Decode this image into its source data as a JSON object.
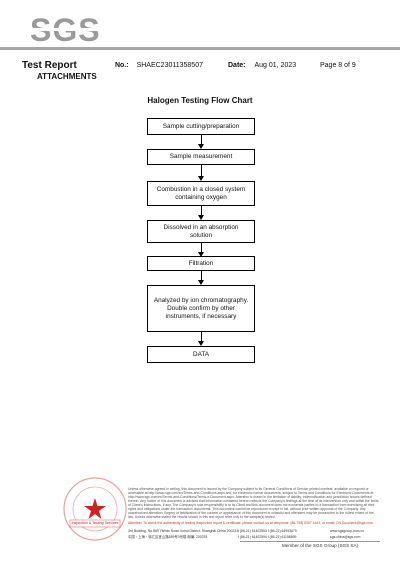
{
  "logo": {
    "text": "SGS"
  },
  "header": {
    "title": "Test Report",
    "subtitle": "ATTACHMENTS",
    "no_label": "No.:",
    "no_value": "SHAEC23011358507",
    "date_label": "Date:",
    "date_value": "Aug 01, 2023",
    "page": "Page 8 of 9"
  },
  "chart": {
    "title": "Halogen Testing Flow Chart",
    "steps": [
      "Sample cutting/preparation",
      "Sample measurement",
      "Combustion in a closed system containing oxygen",
      "Dissolved in an absorption solution",
      "Filtration",
      "Analyzed by ion chromatography. Double confirm by other instruments, if necessary",
      "DATA"
    ]
  },
  "footer": {
    "seal_text": "Inspection & Testing Services",
    "disclaimer": "Unless otherwise agreed in writing, this document is issued by the Company subject to its General Conditions of Service printed overleaf, available on request or accessible at http://www.sgs.com/en/Terms-and-Conditions.aspx and, for electronic format documents, subject to Terms and Conditions for Electronic Documents at http://www.sgs.com/en/Terms-and-Conditions/Terms-e-Document.aspx. Attention is drawn to the limitation of liability, indemnification and jurisdiction issues defined therein. Any holder of this document is advised that information contained hereon reflects the Company's findings at the time of its intervention only and within the limits of Client's instructions, if any. The Company's sole responsibility is to its Client and this document does not exonerate parties to a transaction from exercising all their rights and obligations under the transaction documents. This document cannot be reproduced except in full, without prior written approval of the Company. Any unauthorized alteration, forgery or falsification of the content or appearance of this document is unlawful and offenders may be prosecuted to the fullest extent of the law. Unless otherwise stated the results shown in this test report refer only to the sample(s) tested.",
    "attention": "Attention: To check the authenticity of testing /inspection report & certificate, please contact us at telephone: (86-755) 8307 1443, or email: CN.Doccheck@sgs.com",
    "address_en": "3rd Building, No.889 Yishan Road Xuhui District, Shanghai China   200233",
    "address_cn": "中国・上海・徐汇区宜山路889号3号楼    邮编: 200233",
    "tel_en": "t (86-21) 61402553   f (86-21) 64953679",
    "tel_cn": "t (86-21) 61402594   f (86-21) 61156899",
    "web": "www.sgsgroup.com.cn",
    "email": "sgs.china@sgs.com",
    "member": "Member of the SGS Group (SGS SA)"
  }
}
